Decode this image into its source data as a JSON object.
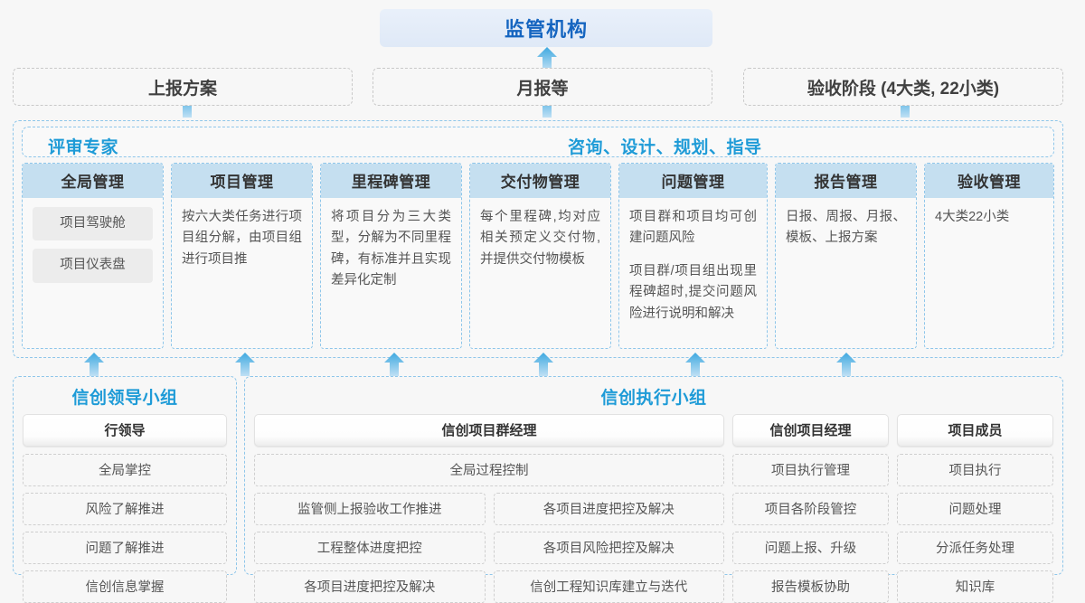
{
  "top": {
    "regulator": {
      "label": "监管机构"
    },
    "submissions": [
      {
        "label": "上报方案"
      },
      {
        "label": "月报等"
      },
      {
        "label": "验收阶段 (4大类, 22小类)"
      }
    ]
  },
  "middle": {
    "left_title": "评审专家",
    "right_title": "咨询、设计、规划、指导",
    "columns": [
      {
        "head": "全局管理",
        "chips": [
          "项目驾驶舱",
          "项目仪表盘"
        ],
        "paragraphs": []
      },
      {
        "head": "项目管理",
        "chips": [],
        "paragraphs": [
          "按六大类任务进行项目组分解，由项目组进行项目推"
        ]
      },
      {
        "head": "里程碑管理",
        "chips": [],
        "paragraphs": [
          "将项目分为三大类型，分解为不同里程碑，有标准并且实现差异化定制"
        ]
      },
      {
        "head": "交付物管理",
        "chips": [],
        "paragraphs": [
          "每个里程碑,均对应相关预定义交付物,并提供交付物模板"
        ]
      },
      {
        "head": "问题管理",
        "chips": [],
        "paragraphs": [
          "项目群和项目均可创建问题风险",
          "项目群/项目组出现里程碑超时,提交问题风险进行说明和解决"
        ]
      },
      {
        "head": "报告管理",
        "chips": [],
        "paragraphs": [
          "日报、周报、月报、模板、上报方案"
        ]
      },
      {
        "head": "验收管理",
        "chips": [],
        "paragraphs": [
          "4大类22小类"
        ]
      }
    ]
  },
  "bottom": {
    "leading_group": {
      "title": "信创领导小组",
      "role": "行领导",
      "tasks": [
        "全局掌控",
        "风险了解推进",
        "问题了解推进",
        "信创信息掌握"
      ]
    },
    "exec_group": {
      "title": "信创执行小组",
      "program_manager": {
        "role": "信创项目群经理",
        "full_width_task": "全局过程控制",
        "left_tasks": [
          "监管侧上报验收工作推进",
          "工程整体进度把控",
          "各项目进度把控及解决"
        ],
        "right_tasks": [
          "各项目进度把控及解决",
          "各项目风险把控及解决",
          "信创工程知识库建立与迭代"
        ]
      },
      "project_manager": {
        "role": "信创项目经理",
        "tasks": [
          "项目执行管理",
          "项目各阶段管控",
          "问题上报、升级",
          "报告模板协助"
        ]
      },
      "members": {
        "role": "项目成员",
        "tasks": [
          "项目执行",
          "问题处理",
          "分派任务处理",
          "知识库"
        ]
      }
    }
  },
  "colors": {
    "accent_blue": "#1e9bd7",
    "title_blue": "#1565c0",
    "col_head_bg": "#c5dff0",
    "dash_grey": "#c9c9c9",
    "dash_blue": "#8ec6ea",
    "page_bg": "#f7f7f7"
  }
}
